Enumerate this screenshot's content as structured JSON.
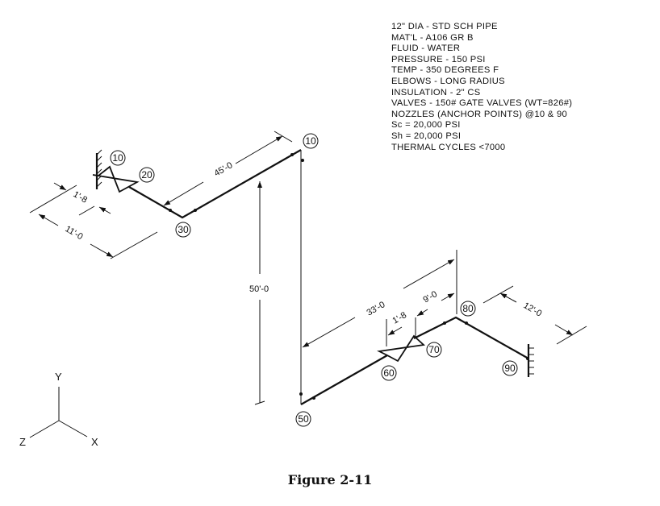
{
  "notes": [
    "12\" DIA - STD SCH PIPE",
    "MAT'L - A106 GR B",
    "FLUID - WATER",
    "PRESSURE - 150 PSI",
    "TEMP - 350 DEGREES F",
    "ELBOWS - LONG RADIUS",
    "INSULATION - 2\" CS",
    "VALVES - 150# GATE VALVES (WT=826#)",
    "NOZZLES (ANCHOR POINTS) @10 & 90",
    "Sc = 20,000 PSI",
    "Sh = 20,000 PSI",
    "THERMAL CYCLES <7000"
  ],
  "nodes": {
    "n10a": "10",
    "n20": "20",
    "n30": "30",
    "n10b": "10",
    "n50": "50",
    "n60": "60",
    "n70": "70",
    "n80": "80",
    "n90": "90"
  },
  "dimensions": {
    "d45": "45'-0",
    "d11": "11'-0",
    "d1_8a": "1'-8",
    "d50": "50'-0",
    "d33": "33'-0",
    "d1_8b": "1'-8",
    "d9": "9'-0",
    "d12": "12'-0"
  },
  "axes": {
    "x": "X",
    "y": "Y",
    "z": "Z"
  },
  "caption": "Figure 2-11"
}
